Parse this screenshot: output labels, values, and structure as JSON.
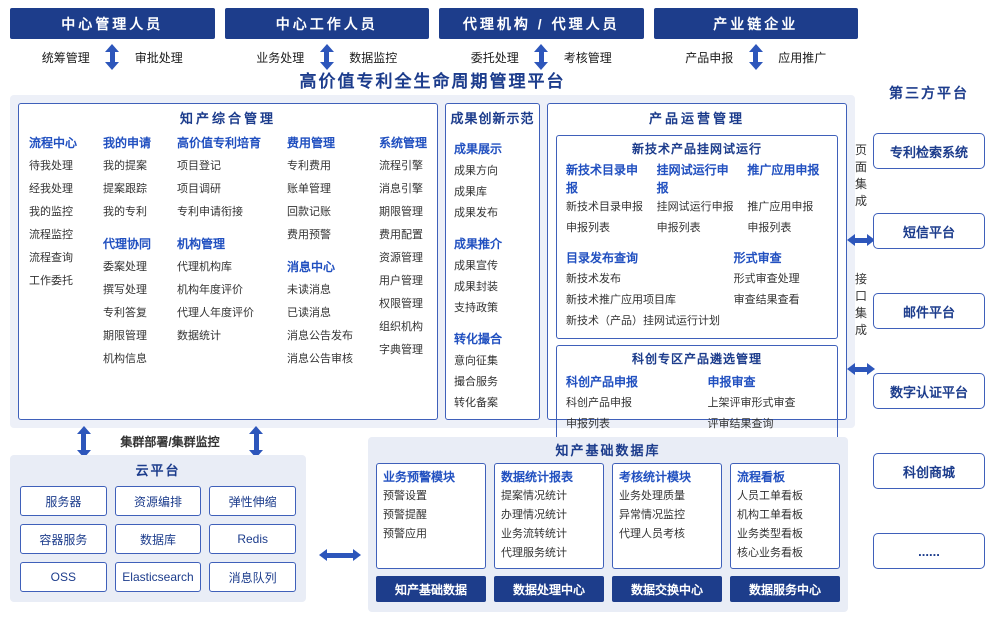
{
  "title": "高价值专利全生命周期管理平台",
  "colors": {
    "navy": "#1d3d8b",
    "border_blue": "#3f60ba",
    "heading_blue": "#2150c0",
    "arrow_blue": "#2d56bb",
    "panel_bg": "#edf0f8",
    "sub_panel_bg": "#e9edf6"
  },
  "actors": [
    {
      "name": "中心管理人员",
      "functions": [
        "统筹管理",
        "审批处理"
      ]
    },
    {
      "name": "中心工作人员",
      "functions": [
        "业务处理",
        "数据监控"
      ]
    },
    {
      "name": "代理机构 / 代理人员",
      "functions": [
        "委托处理",
        "考核管理"
      ]
    },
    {
      "name": "产业链企业",
      "functions": [
        "产品申报",
        "应用推广"
      ]
    }
  ],
  "ip_management": {
    "title": "知产综合管理",
    "columns": [
      {
        "groups": [
          {
            "heading": "流程中心",
            "items": [
              "待我处理",
              "经我处理",
              "我的监控",
              "流程监控",
              "流程查询",
              "工作委托"
            ]
          }
        ]
      },
      {
        "groups": [
          {
            "heading": "我的申请",
            "items": [
              "我的提案",
              "提案跟踪",
              "我的专利"
            ]
          },
          {
            "heading": "代理协同",
            "items": [
              "委案处理",
              "撰写处理",
              "专利答复",
              "期限管理",
              "机构信息"
            ]
          }
        ]
      },
      {
        "groups": [
          {
            "heading": "高价值专利培育",
            "items": [
              "项目登记",
              "项目调研",
              "专利申请衔接"
            ]
          },
          {
            "heading": "机构管理",
            "items": [
              "代理机构库",
              "机构年度评价",
              "代理人年度评价",
              "数据统计"
            ]
          }
        ]
      },
      {
        "groups": [
          {
            "heading": "费用管理",
            "items": [
              "专利费用",
              "账单管理",
              "回款记账",
              "费用预警"
            ]
          },
          {
            "heading": "消息中心",
            "items": [
              "未读消息",
              "已读消息",
              "消息公告发布",
              "消息公告审核"
            ]
          }
        ]
      },
      {
        "groups": [
          {
            "heading": "系统管理",
            "items": [
              "流程引擎",
              "消息引擎",
              "期限管理",
              "费用配置",
              "资源管理",
              "用户管理",
              "权限管理",
              "组织机构",
              "字典管理"
            ]
          }
        ]
      }
    ]
  },
  "achievements": {
    "title": "成果创新示范",
    "groups": [
      {
        "heading": "成果展示",
        "items": [
          "成果方向",
          "成果库",
          "成果发布"
        ]
      },
      {
        "heading": "成果推介",
        "items": [
          "成果宣传",
          "成果封装",
          "支持政策"
        ]
      },
      {
        "heading": "转化撮合",
        "items": [
          "意向征集",
          "撮合服务",
          "转化备案"
        ]
      }
    ]
  },
  "product_ops": {
    "title": "产品运营管理",
    "trial": {
      "title": "新技术产品挂网试运行",
      "top_groups": [
        {
          "heading": "新技术目录申报",
          "items": [
            "新技术目录申报",
            "申报列表"
          ]
        },
        {
          "heading": "挂网试运行申报",
          "items": [
            "挂网试运行申报",
            "申报列表"
          ]
        },
        {
          "heading": "推广应用申报",
          "items": [
            "推广应用申报",
            "申报列表"
          ]
        }
      ],
      "bottom_groups": [
        {
          "heading": "目录发布查询",
          "items": [
            "新技术发布",
            "新技术推广应用项目库",
            "新技术（产品）挂网试运行计划"
          ]
        },
        {
          "heading": "形式审查",
          "items": [
            "形式审查处理",
            "审查结果查看"
          ]
        }
      ]
    },
    "selection": {
      "title": "科创专区产品遴选管理",
      "groups": [
        {
          "heading": "科创产品申报",
          "items": [
            "科创产品申报",
            "申报列表"
          ]
        },
        {
          "heading": "申报审查",
          "items": [
            "上架评审形式审查",
            "评审结果查询"
          ]
        }
      ]
    }
  },
  "cluster_label": "集群部署/集群监控",
  "cloud": {
    "title": "云平台",
    "items": [
      "服务器",
      "资源编排",
      "弹性伸缩",
      "容器服务",
      "数据库",
      "Redis",
      "OSS",
      "Elasticsearch",
      "消息队列"
    ]
  },
  "database": {
    "title": "知产基础数据库",
    "modules": [
      {
        "heading": "业务预警模块",
        "items": [
          "预警设置",
          "预警提醒",
          "预警应用"
        ]
      },
      {
        "heading": "数据统计报表",
        "items": [
          "提案情况统计",
          "办理情况统计",
          "业务流转统计",
          "代理服务统计"
        ]
      },
      {
        "heading": "考核统计模块",
        "items": [
          "业务处理质量",
          "异常情况监控",
          "代理人员考核"
        ]
      },
      {
        "heading": "流程看板",
        "items": [
          "人员工单看板",
          "机构工单看板",
          "业务类型看板",
          "核心业务看板"
        ]
      }
    ],
    "centers": [
      "知产基础数据",
      "数据处理中心",
      "数据交换中心",
      "数据服务中心"
    ]
  },
  "integration": {
    "page": "页面集成",
    "interface": "接口集成"
  },
  "third_party": {
    "title": "第三方平台",
    "items": [
      "专利检索系统",
      "短信平台",
      "邮件平台",
      "数字认证平台",
      "科创商城",
      "......"
    ]
  }
}
